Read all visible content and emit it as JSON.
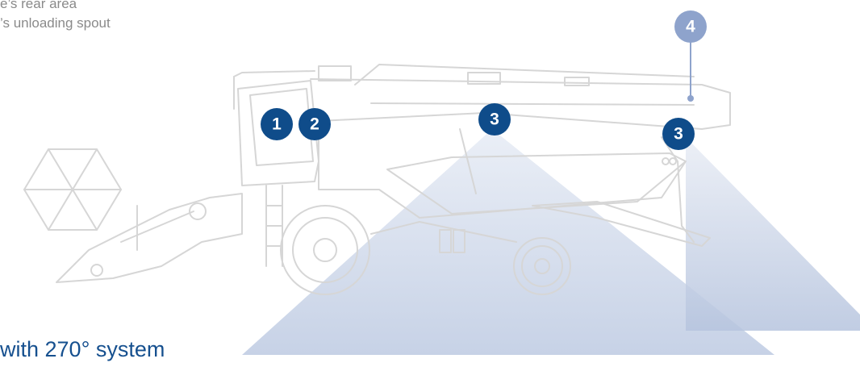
{
  "captions": {
    "line1": "e’s rear area",
    "line2": "’s unloading spout"
  },
  "heading": "with 270° system",
  "markers": [
    {
      "label": "1",
      "color": "#0f4c8a"
    },
    {
      "label": "2",
      "color": "#0f4c8a"
    },
    {
      "label": "3",
      "color": "#0f4c8a"
    },
    {
      "label": "3",
      "color": "#0f4c8a"
    },
    {
      "label": "4",
      "color": "#8ea3cc"
    }
  ],
  "colors": {
    "outline": "#d6d6d6",
    "camera_beam": "#c9d3e6",
    "marker_dark": "#0f4c8a",
    "marker_light": "#8ea3cc",
    "heading_text": "#16508f",
    "caption_text": "#8a8a8a"
  }
}
